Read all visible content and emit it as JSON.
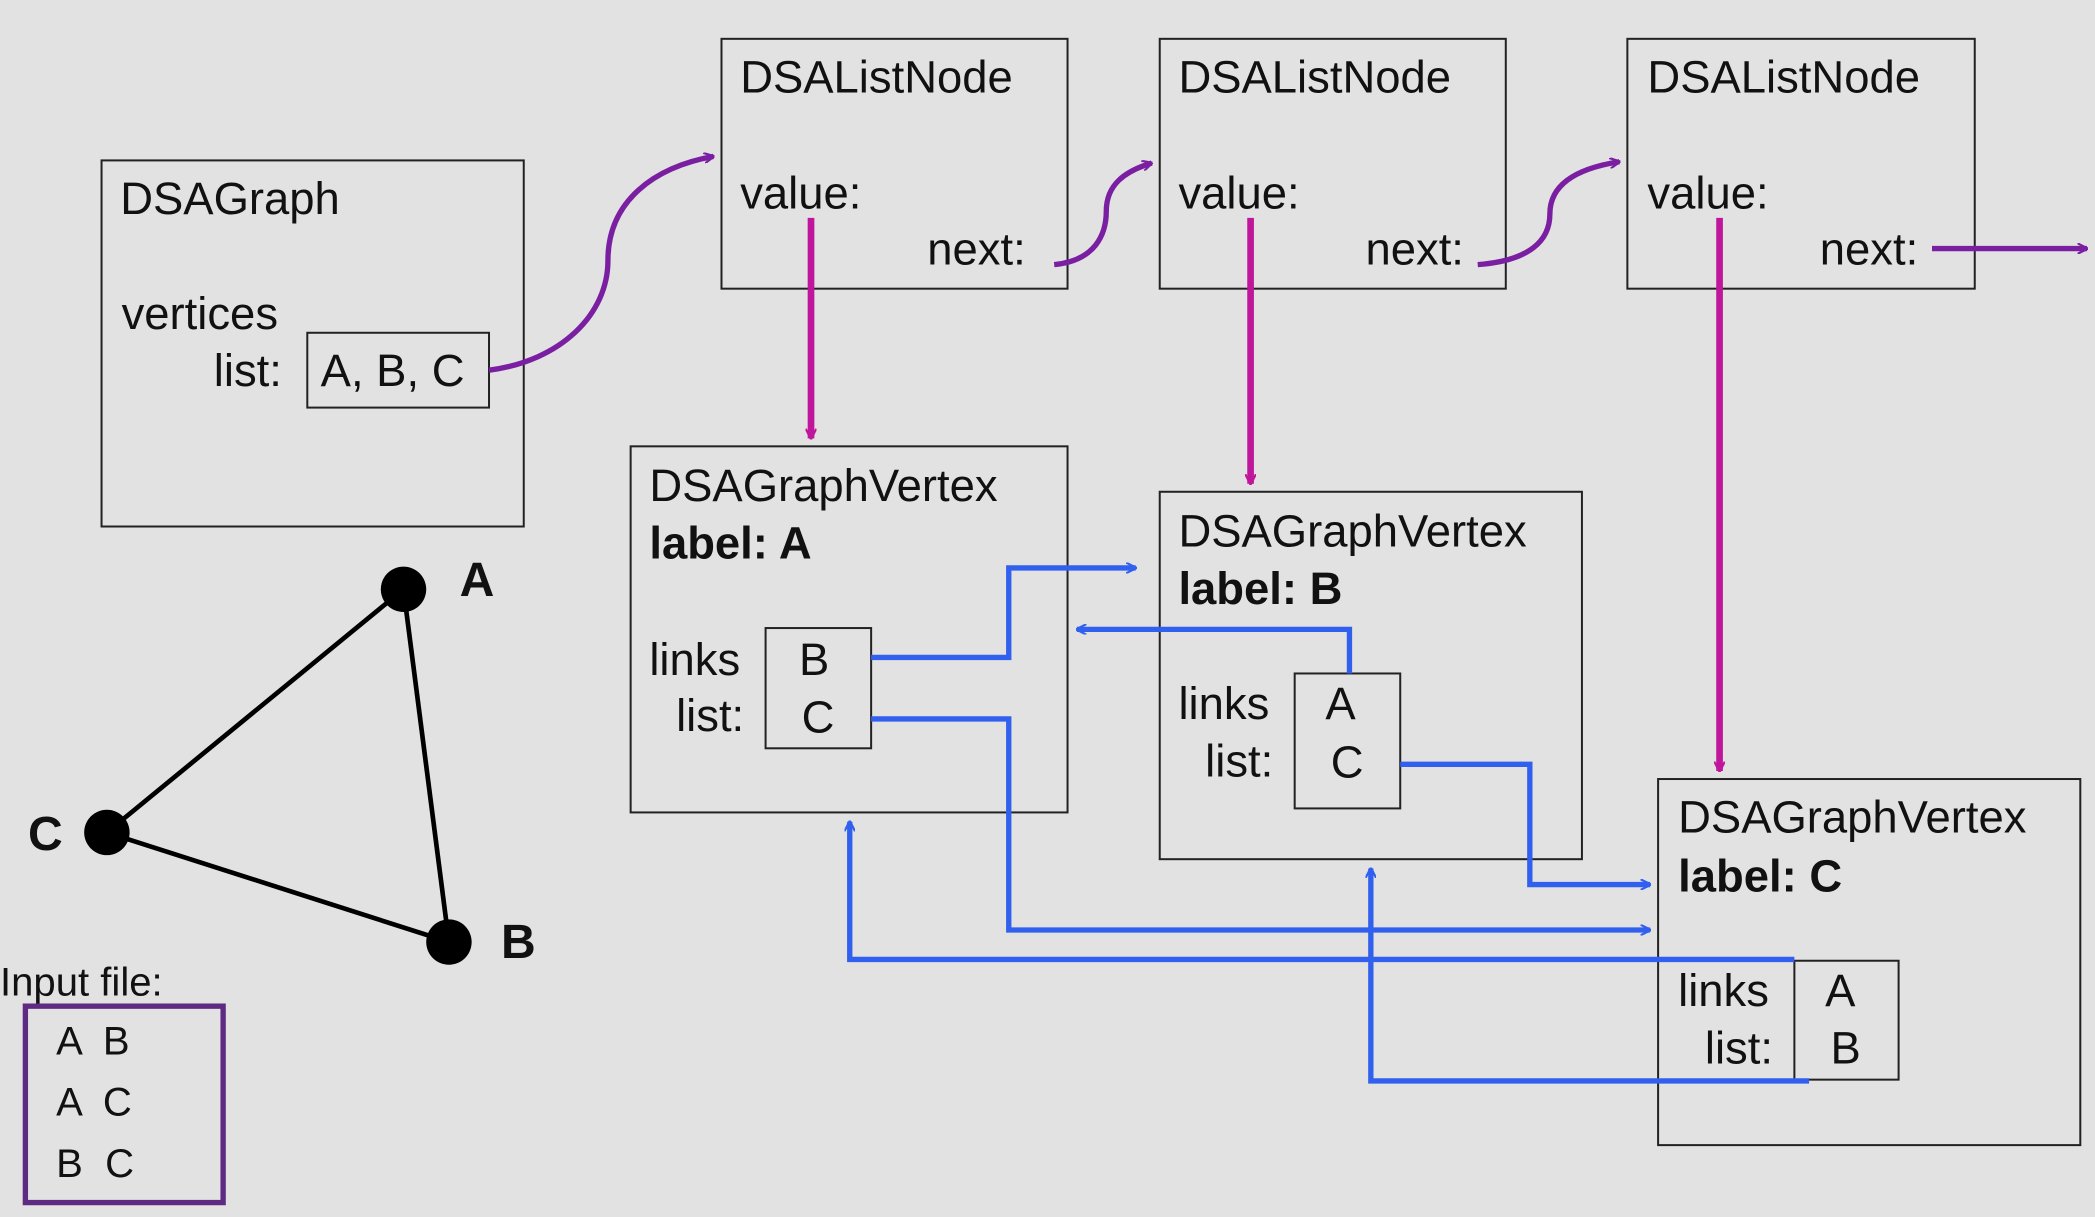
{
  "colors": {
    "background": "#e2e2e2",
    "box_border": "#222222",
    "text": "#111111",
    "next_arrow": "#7b1fa2",
    "value_arrow": "#c0169b",
    "link_arrow": "#3160ee",
    "input_border": "#5e2a82",
    "graph_edge": "#000000",
    "graph_node": "#000000"
  },
  "graph_object": {
    "title": "DSAGraph",
    "vertices_label_line1": "vertices",
    "vertices_label_line2": "list:",
    "vertices_value": "A, B, C"
  },
  "list_nodes": [
    {
      "title": "DSAListNode",
      "value_label": "value:",
      "next_label": "next:"
    },
    {
      "title": "DSAListNode",
      "value_label": "value:",
      "next_label": "next:"
    },
    {
      "title": "DSAListNode",
      "value_label": "value:",
      "next_label": "next:"
    }
  ],
  "vertices": [
    {
      "title": "DSAGraphVertex",
      "label": "label: A",
      "links_label": "links",
      "list_label": "list:",
      "links": [
        "B",
        "C"
      ]
    },
    {
      "title": "DSAGraphVertex",
      "label": "label: B",
      "links_label": "links",
      "list_label": "list:",
      "links": [
        "A",
        "C"
      ]
    },
    {
      "title": "DSAGraphVertex",
      "label": "label: C",
      "links_label": "links",
      "list_label": "list:",
      "links": [
        "A",
        "B"
      ]
    }
  ],
  "graph_drawing": {
    "nodes": [
      "A",
      "B",
      "C"
    ],
    "edges": [
      [
        "A",
        "B"
      ],
      [
        "A",
        "C"
      ],
      [
        "B",
        "C"
      ]
    ]
  },
  "input_file": {
    "title": "Input file:",
    "lines": [
      "A  B",
      "A  C",
      "B  C"
    ]
  }
}
